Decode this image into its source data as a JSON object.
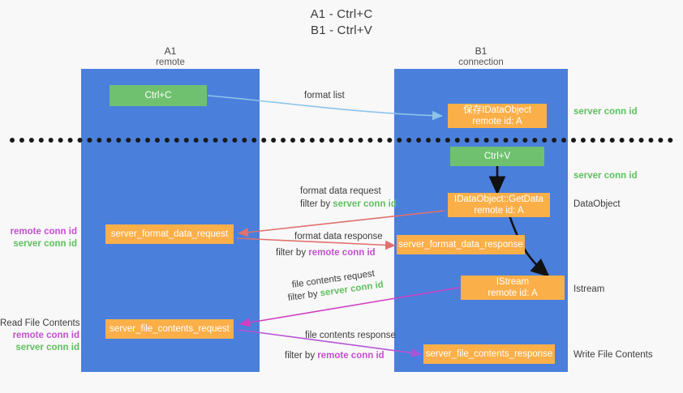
{
  "title": {
    "line1": "A1 - Ctrl+C",
    "line2": "B1 - Ctrl+V"
  },
  "colors": {
    "lane": "#4a7fdc",
    "green_box": "#6fc16f",
    "orange_box": "#fbaf49",
    "server_conn_id": "#5fbf5f",
    "remote_conn_id": "#c44fd0",
    "arrow_blue": "#8ec4ea",
    "arrow_red": "#e2706e",
    "arrow_magenta": "#d13fc0",
    "arrow_purple": "#a855d6",
    "arrow_black": "#111111",
    "background": "#f8f8f8"
  },
  "lanes": [
    {
      "id": "a1",
      "title": "A1",
      "subtitle": "remote"
    },
    {
      "id": "b1",
      "title": "B1",
      "subtitle": "connection"
    }
  ],
  "boxes": {
    "ctrl_c": "Ctrl+C",
    "ctrl_v": "Ctrl+V",
    "save_idataobject_l1": "保存IDataObject",
    "save_idataobject_l2": "remote id: A",
    "getdata_l1": "IDataObject::GetData",
    "getdata_l2": "remote id: A",
    "istream_l1": "IStream",
    "istream_l2": "remote id: A",
    "server_format_data_request": "server_format_data_request",
    "server_format_data_response": "server_format_data_response",
    "server_file_contents_request": "server_file_contents_request",
    "server_file_contents_response": "server_file_contents_response"
  },
  "right_labels": {
    "server_conn_id_top": "server conn id",
    "server_conn_id_mid": "server conn id",
    "dataobject": "DataObject",
    "istream": "Istream",
    "write_file_contents": "Write File Contents"
  },
  "left_labels": {
    "format_remote": "remote conn id",
    "format_server": "server conn id",
    "read_file_contents": "Read File Contents",
    "file_remote": "remote conn id",
    "file_server": "server conn id"
  },
  "edge_labels": {
    "format_list": "format list",
    "format_data_request": "format data request",
    "format_data_request_filter_prefix": "filter by ",
    "format_data_request_filter_value": "server conn id",
    "format_data_response": "format data response",
    "format_data_response_filter_prefix": "filter by ",
    "format_data_response_filter_value": "remote conn id",
    "file_contents_request": "file contents request",
    "file_contents_request_filter_prefix": "filter by ",
    "file_contents_request_filter_value": "server conn id",
    "file_contents_response": "file contents response",
    "file_contents_response_filter_prefix": "filter by ",
    "file_contents_response_filter_value": "remote conn id"
  }
}
